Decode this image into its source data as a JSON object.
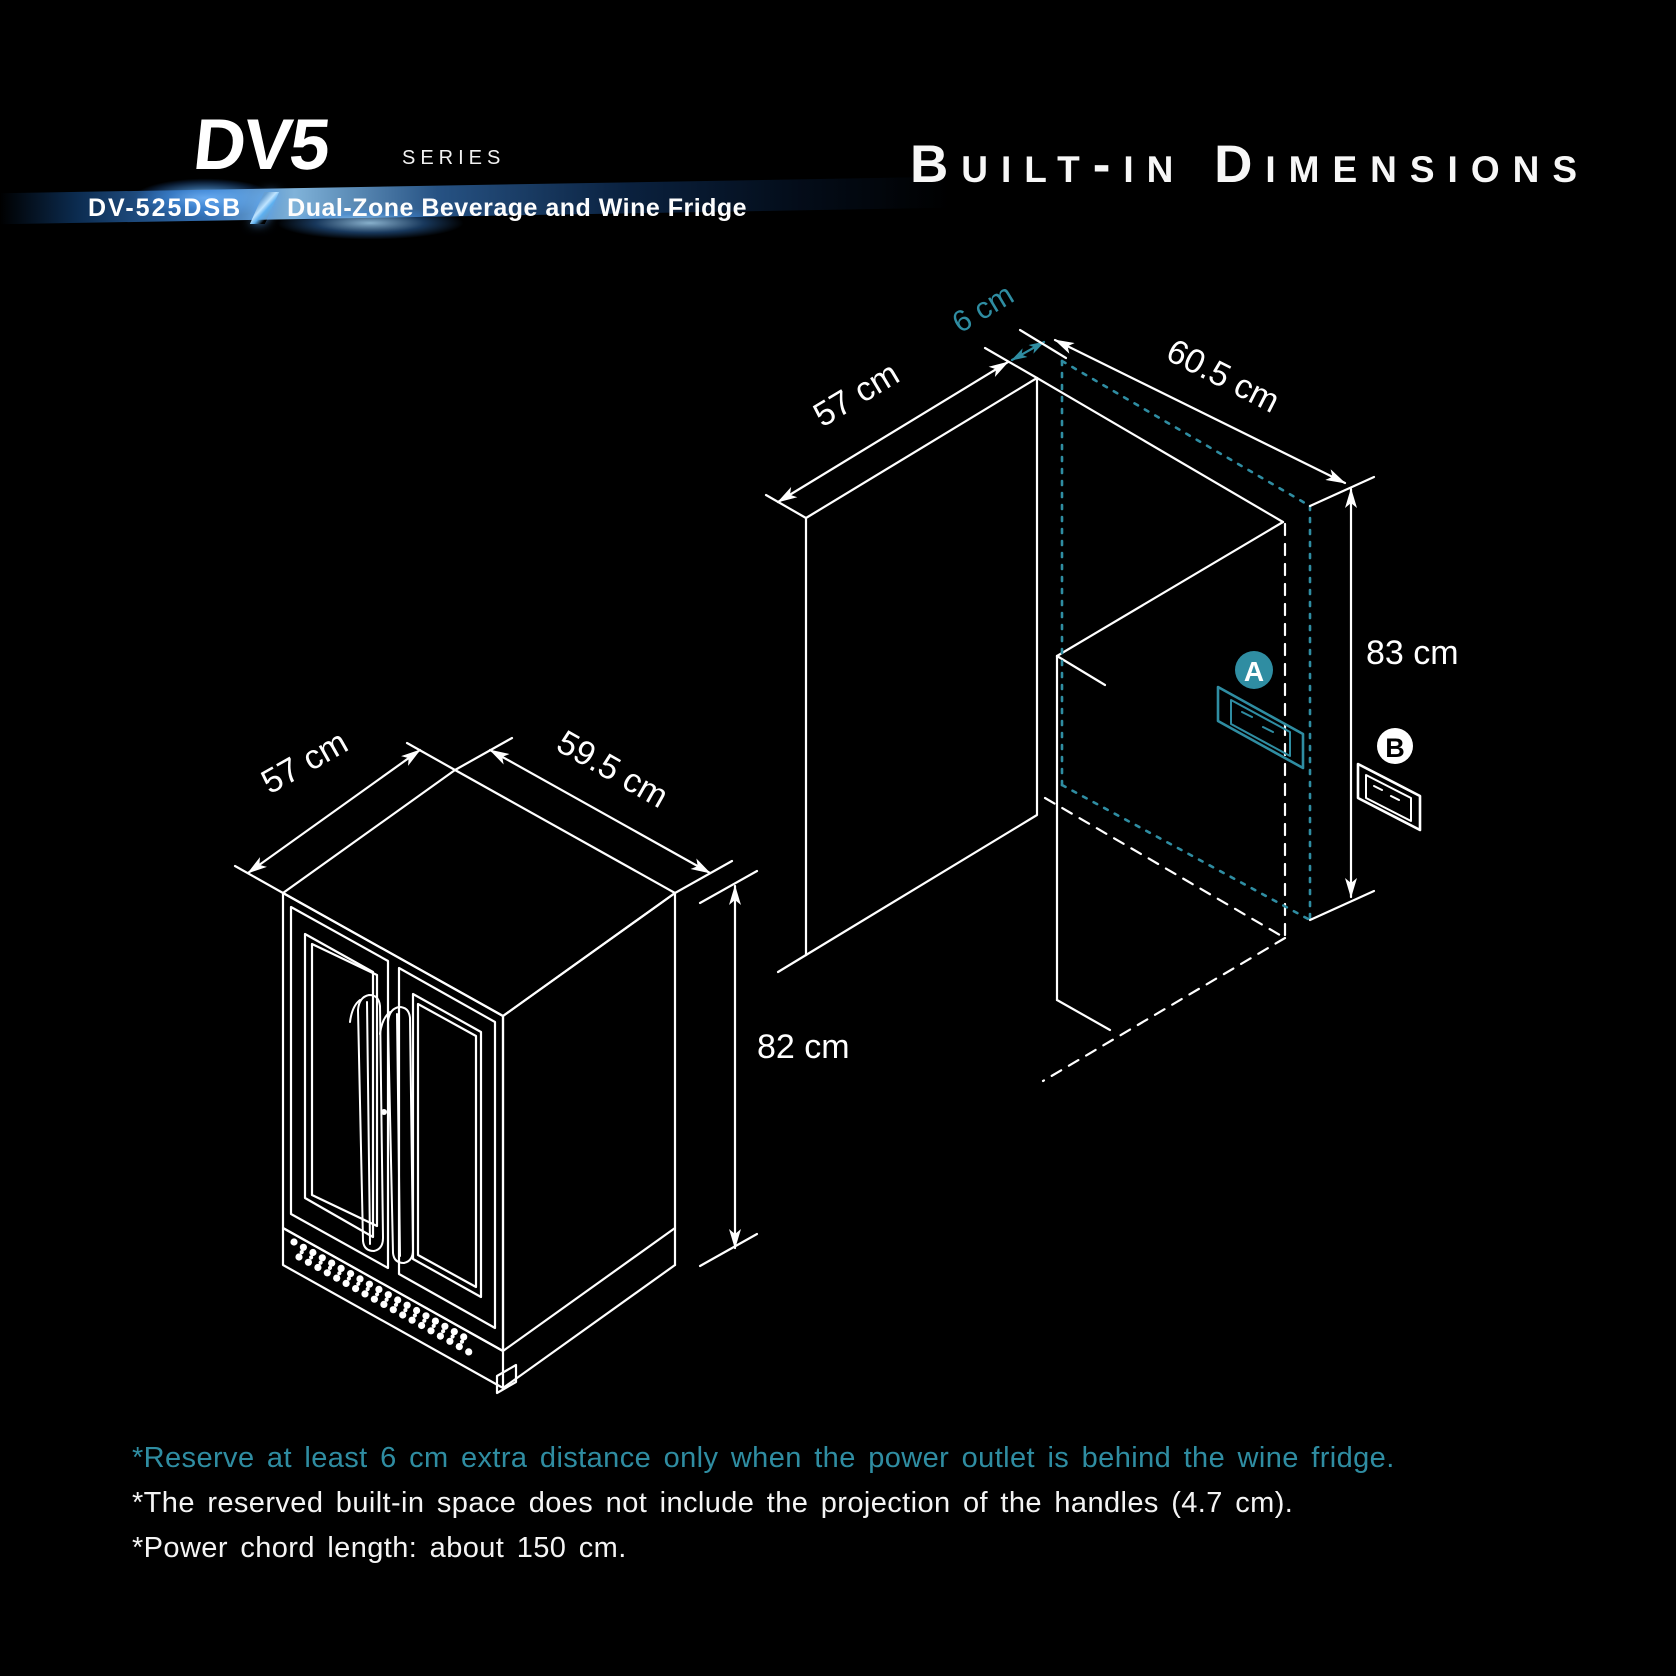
{
  "colors": {
    "background": "#000000",
    "accent_teal": "#2f8da2",
    "line_white": "#ffffff",
    "flare_blue": "#5db0f0"
  },
  "header": {
    "logo_text": "DV5",
    "logo_suffix": "SERIES",
    "model": "DV-525DSB",
    "tagline": "Dual-Zone Beverage and Wine Fridge",
    "title": "Built-in Dimensions"
  },
  "fridge": {
    "depth_label": "57 cm",
    "width_label": "59.5 cm",
    "height_label": "82 cm"
  },
  "niche": {
    "depth_label": "57 cm",
    "reserve_label": "6 cm",
    "width_label": "60.5 cm",
    "height_label": "83 cm",
    "outlet_a": "A",
    "outlet_b": "B"
  },
  "footnotes": [
    "*Reserve at least 6 cm extra distance only when the power outlet is behind the wine fridge.",
    "*The reserved built-in space does not include the projection of the handles (4.7 cm).",
    "*Power chord length: about 150 cm."
  ]
}
